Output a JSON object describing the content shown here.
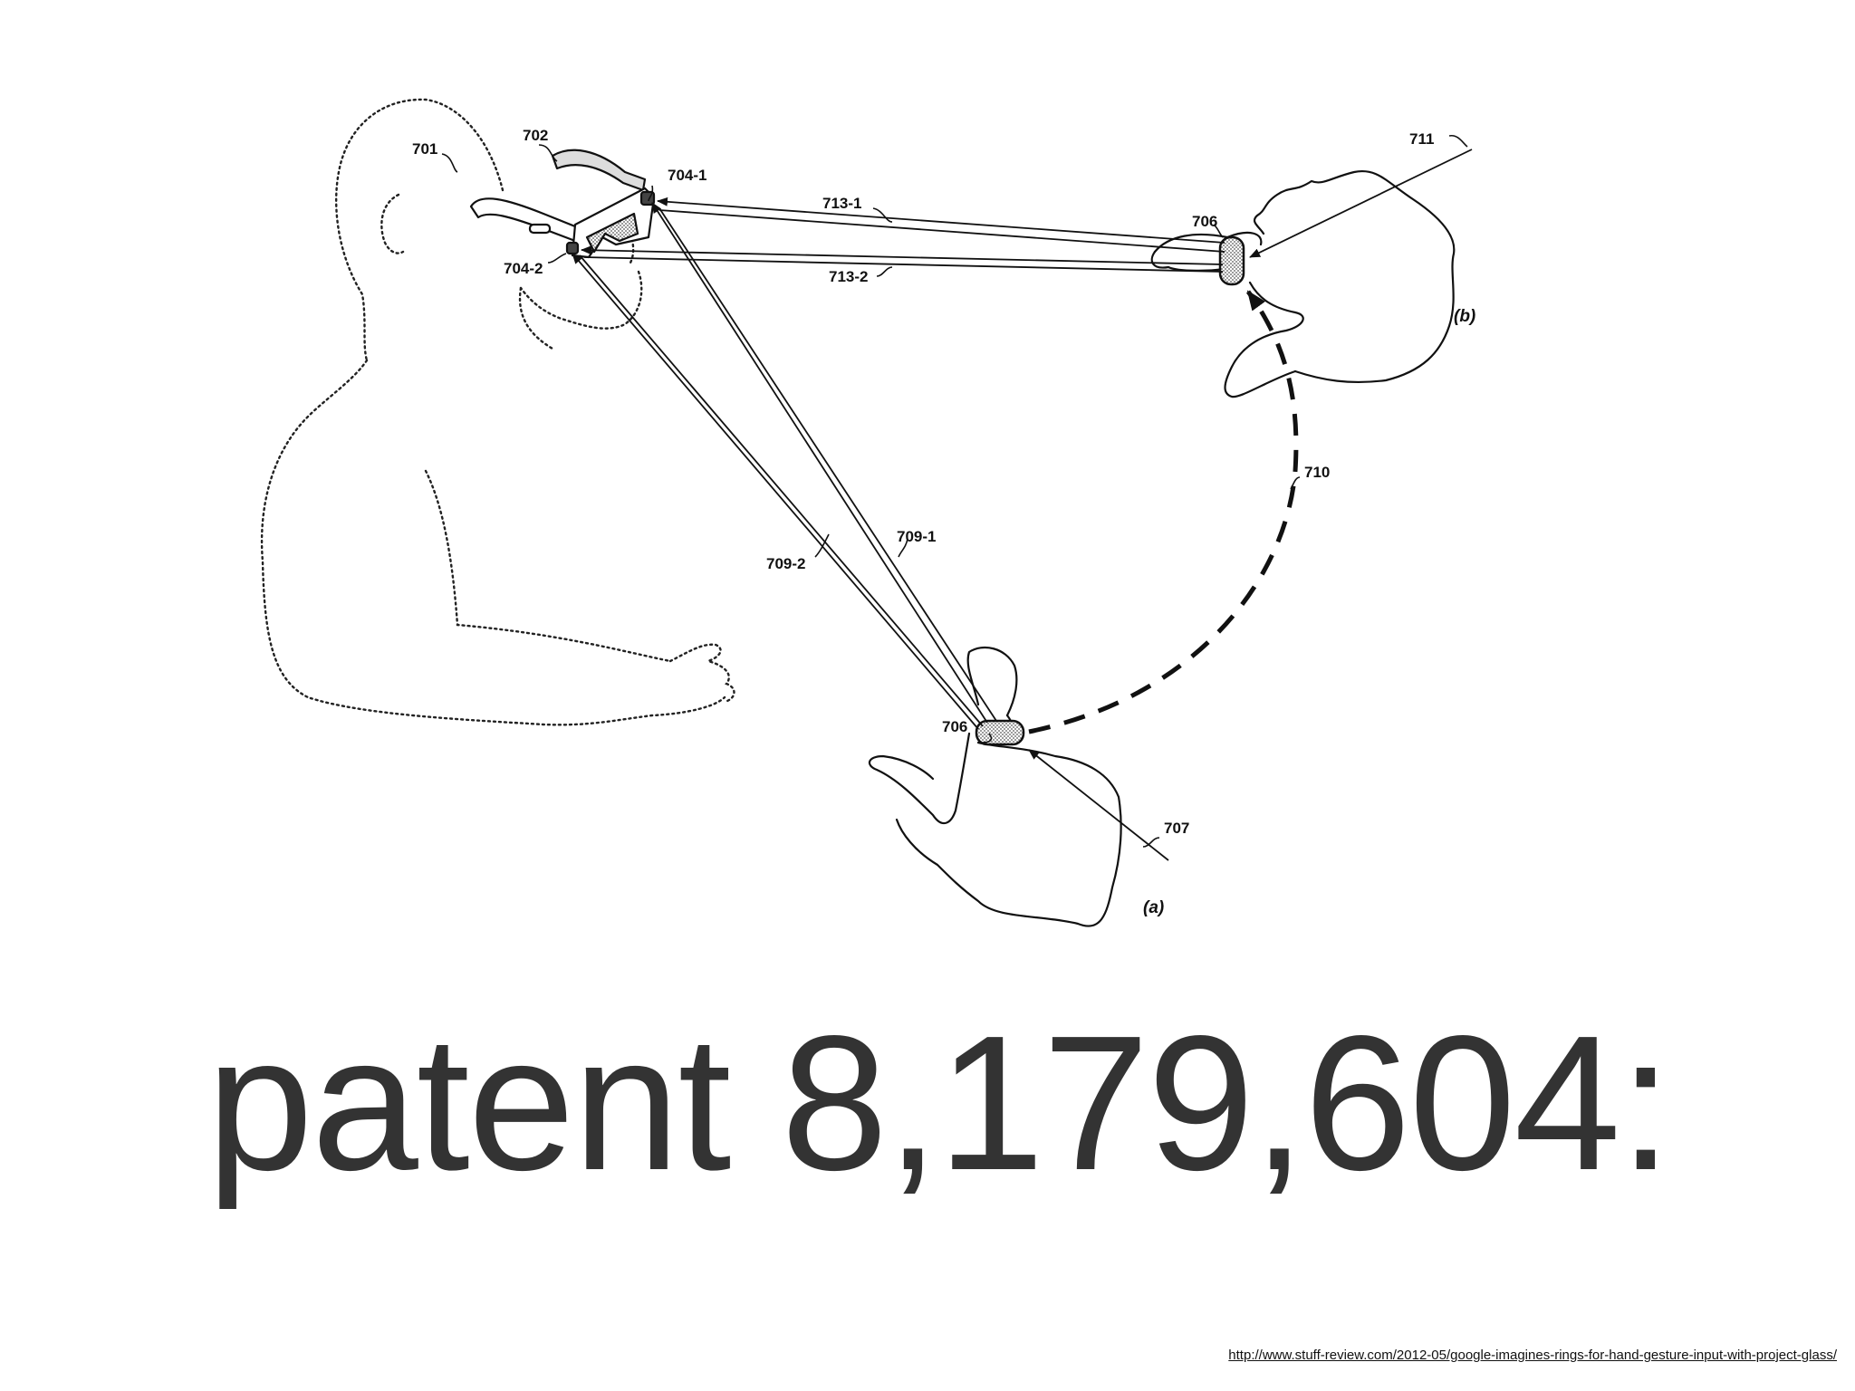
{
  "figure": {
    "labels": {
      "user": "701",
      "glasses": "702",
      "sensor_1": "704-1",
      "sensor_2": "704-2",
      "ring_a": "706",
      "ring_b": "706",
      "motion_a": "707",
      "beam_a_1": "709-1",
      "beam_a_2": "709-2",
      "transition": "710",
      "motion_b": "711",
      "beam_b_1": "713-1",
      "beam_b_2": "713-2",
      "panel_a": "(a)",
      "panel_b": "(b)"
    }
  },
  "title": "patent 8,179,604:",
  "source_url": "http://www.stuff-review.com/2012-05/google-imagines-rings-for-hand-gesture-input-with-project-glass/",
  "colors": {
    "title_text": "#333333",
    "line_art": "#111111",
    "background": "#ffffff"
  }
}
